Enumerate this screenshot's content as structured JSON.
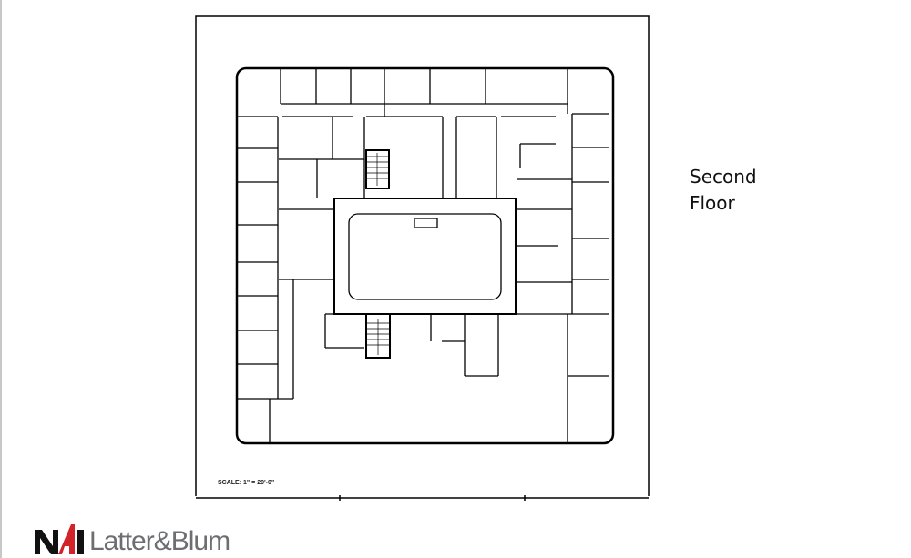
{
  "floor_label": {
    "line1": "Second",
    "line2": "Floor"
  },
  "scale_text": "SCALE: 1\" = 20'-0\"",
  "logo": {
    "mark": "NAI",
    "name": "Latter & Blum",
    "text": "Latter&Blum",
    "colors": {
      "black": "#111111",
      "red": "#d2232a",
      "gray": "#6d6e71"
    }
  }
}
